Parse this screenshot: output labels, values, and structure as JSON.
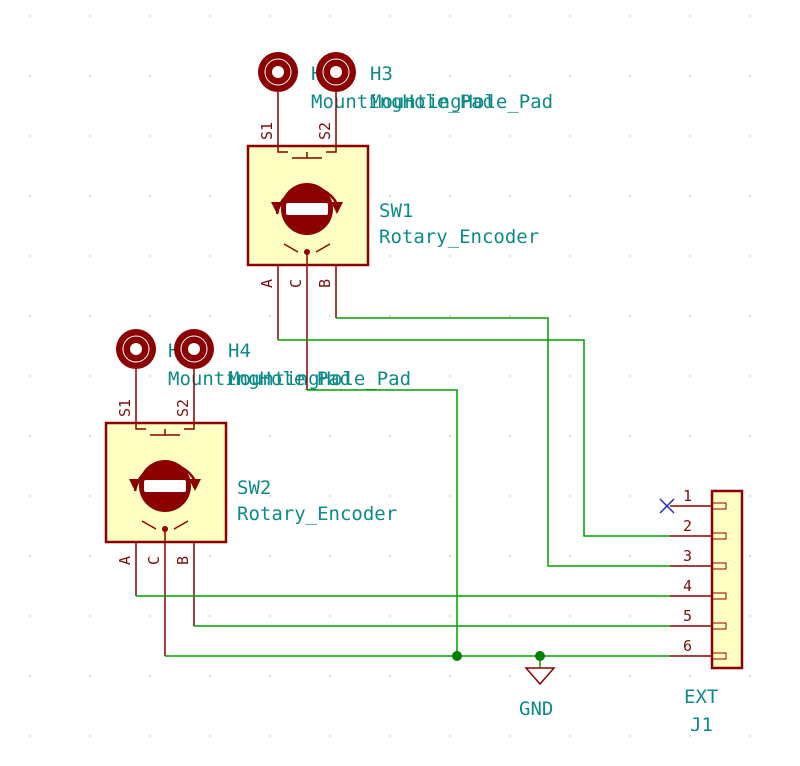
{
  "components": {
    "SW1": {
      "ref": "SW1",
      "value": "Rotary_Encoder",
      "pins": [
        "S1",
        "S2",
        "A",
        "C",
        "B"
      ]
    },
    "SW2": {
      "ref": "SW2",
      "value": "Rotary_Encoder",
      "pins": [
        "S1",
        "S2",
        "A",
        "C",
        "B"
      ]
    },
    "H1": {
      "ref": "H1",
      "value": "MountingHole_Pad"
    },
    "H2": {
      "ref": "H2",
      "value": "MountingHole_Pad"
    },
    "H3": {
      "ref": "H3",
      "value": "MountingHole_Pad"
    },
    "H4": {
      "ref": "H4",
      "value": "MountingHole_Pad"
    },
    "J1": {
      "ref": "J1",
      "value": "EXT",
      "pins": [
        "1",
        "2",
        "3",
        "4",
        "5",
        "6"
      ]
    },
    "GND": {
      "label": "GND"
    }
  },
  "colors": {
    "wire": "#00a000",
    "symbol_outline": "#8b0000",
    "symbol_fill": "#ffffc2",
    "text": "#0e8a8a",
    "junction": "#008000",
    "no_connect": "#1f2fbf"
  }
}
